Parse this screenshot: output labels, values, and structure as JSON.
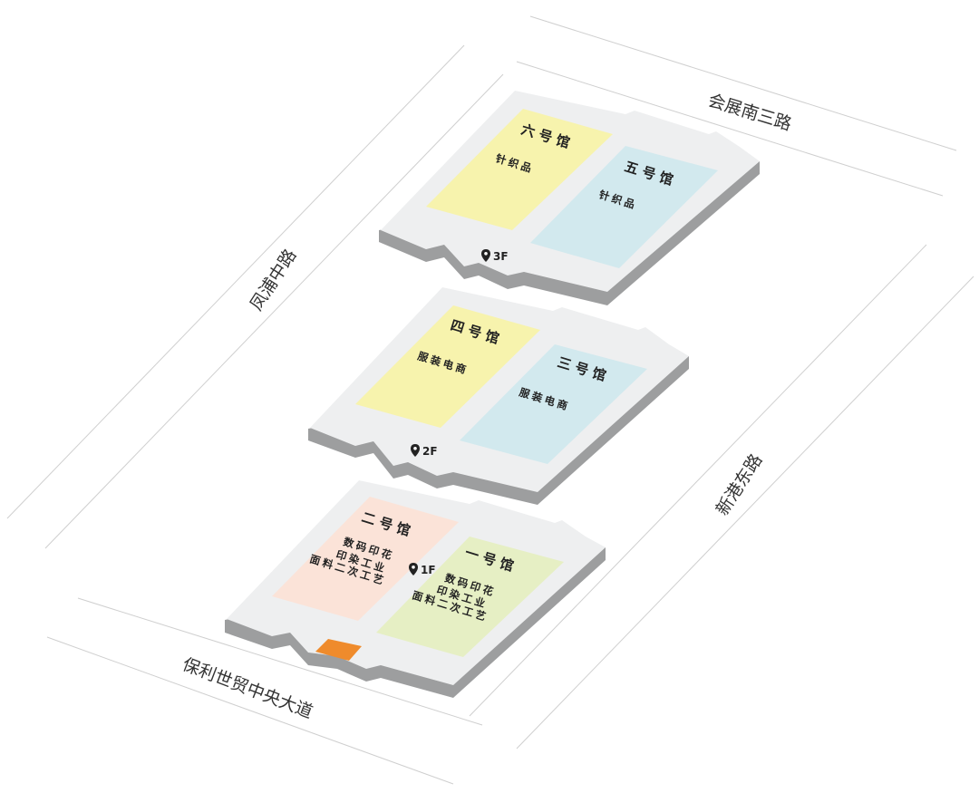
{
  "roads": {
    "north": "会展南三路",
    "west": "凤浦中路",
    "east": "新港东路",
    "south": "保利世贸中央大道"
  },
  "floors": [
    {
      "floor": "3F",
      "halls": [
        {
          "name": "六号馆",
          "desc": [
            "针织品"
          ],
          "color": "#f7f3ad"
        },
        {
          "name": "五号馆",
          "desc": [
            "针织品"
          ],
          "color": "#d2e9ee"
        }
      ]
    },
    {
      "floor": "2F",
      "halls": [
        {
          "name": "四号馆",
          "desc": [
            "服装电商"
          ],
          "color": "#f7f3ad"
        },
        {
          "name": "三号馆",
          "desc": [
            "服装电商"
          ],
          "color": "#d2e9ee"
        }
      ]
    },
    {
      "floor": "1F",
      "halls": [
        {
          "name": "二号馆",
          "desc": [
            "数码印花",
            "印染工业",
            "面料二次工艺"
          ],
          "color": "#fbe3d8"
        },
        {
          "name": "一号馆",
          "desc": [
            "数码印花",
            "印染工业",
            "面料二次工艺"
          ],
          "color": "#e6efc4"
        }
      ]
    }
  ],
  "colors": {
    "slab_top": "#eeeff0",
    "slab_side": "#9d9e9f",
    "road_line": "#cfcfcf",
    "entrance": "#ef8b2c",
    "pin": "#222222"
  },
  "icons": {
    "floor_marker": "map-pin-icon",
    "entrance": "entrance-marker"
  }
}
